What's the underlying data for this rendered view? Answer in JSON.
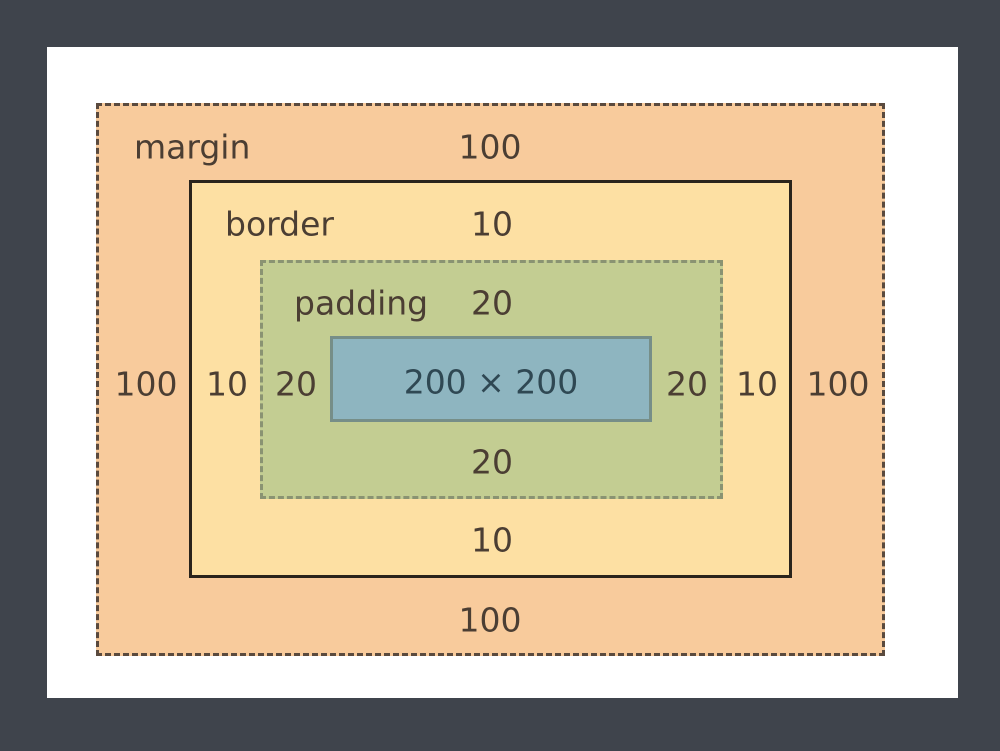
{
  "diagram": {
    "margin": {
      "label": "margin",
      "top": "100",
      "right": "100",
      "bottom": "100",
      "left": "100"
    },
    "border": {
      "label": "border",
      "top": "10",
      "right": "10",
      "bottom": "10",
      "left": "10"
    },
    "padding": {
      "label": "padding",
      "top": "20",
      "right": "20",
      "bottom": "20",
      "left": "20"
    },
    "content": {
      "label": "200 × 200"
    },
    "colors": {
      "background": "#3f444c",
      "panel": "#ffffff",
      "margin": "#f8cb9c",
      "border": "#fde0a3",
      "padding": "#c3cd92",
      "content": "#8eb5c0"
    }
  }
}
